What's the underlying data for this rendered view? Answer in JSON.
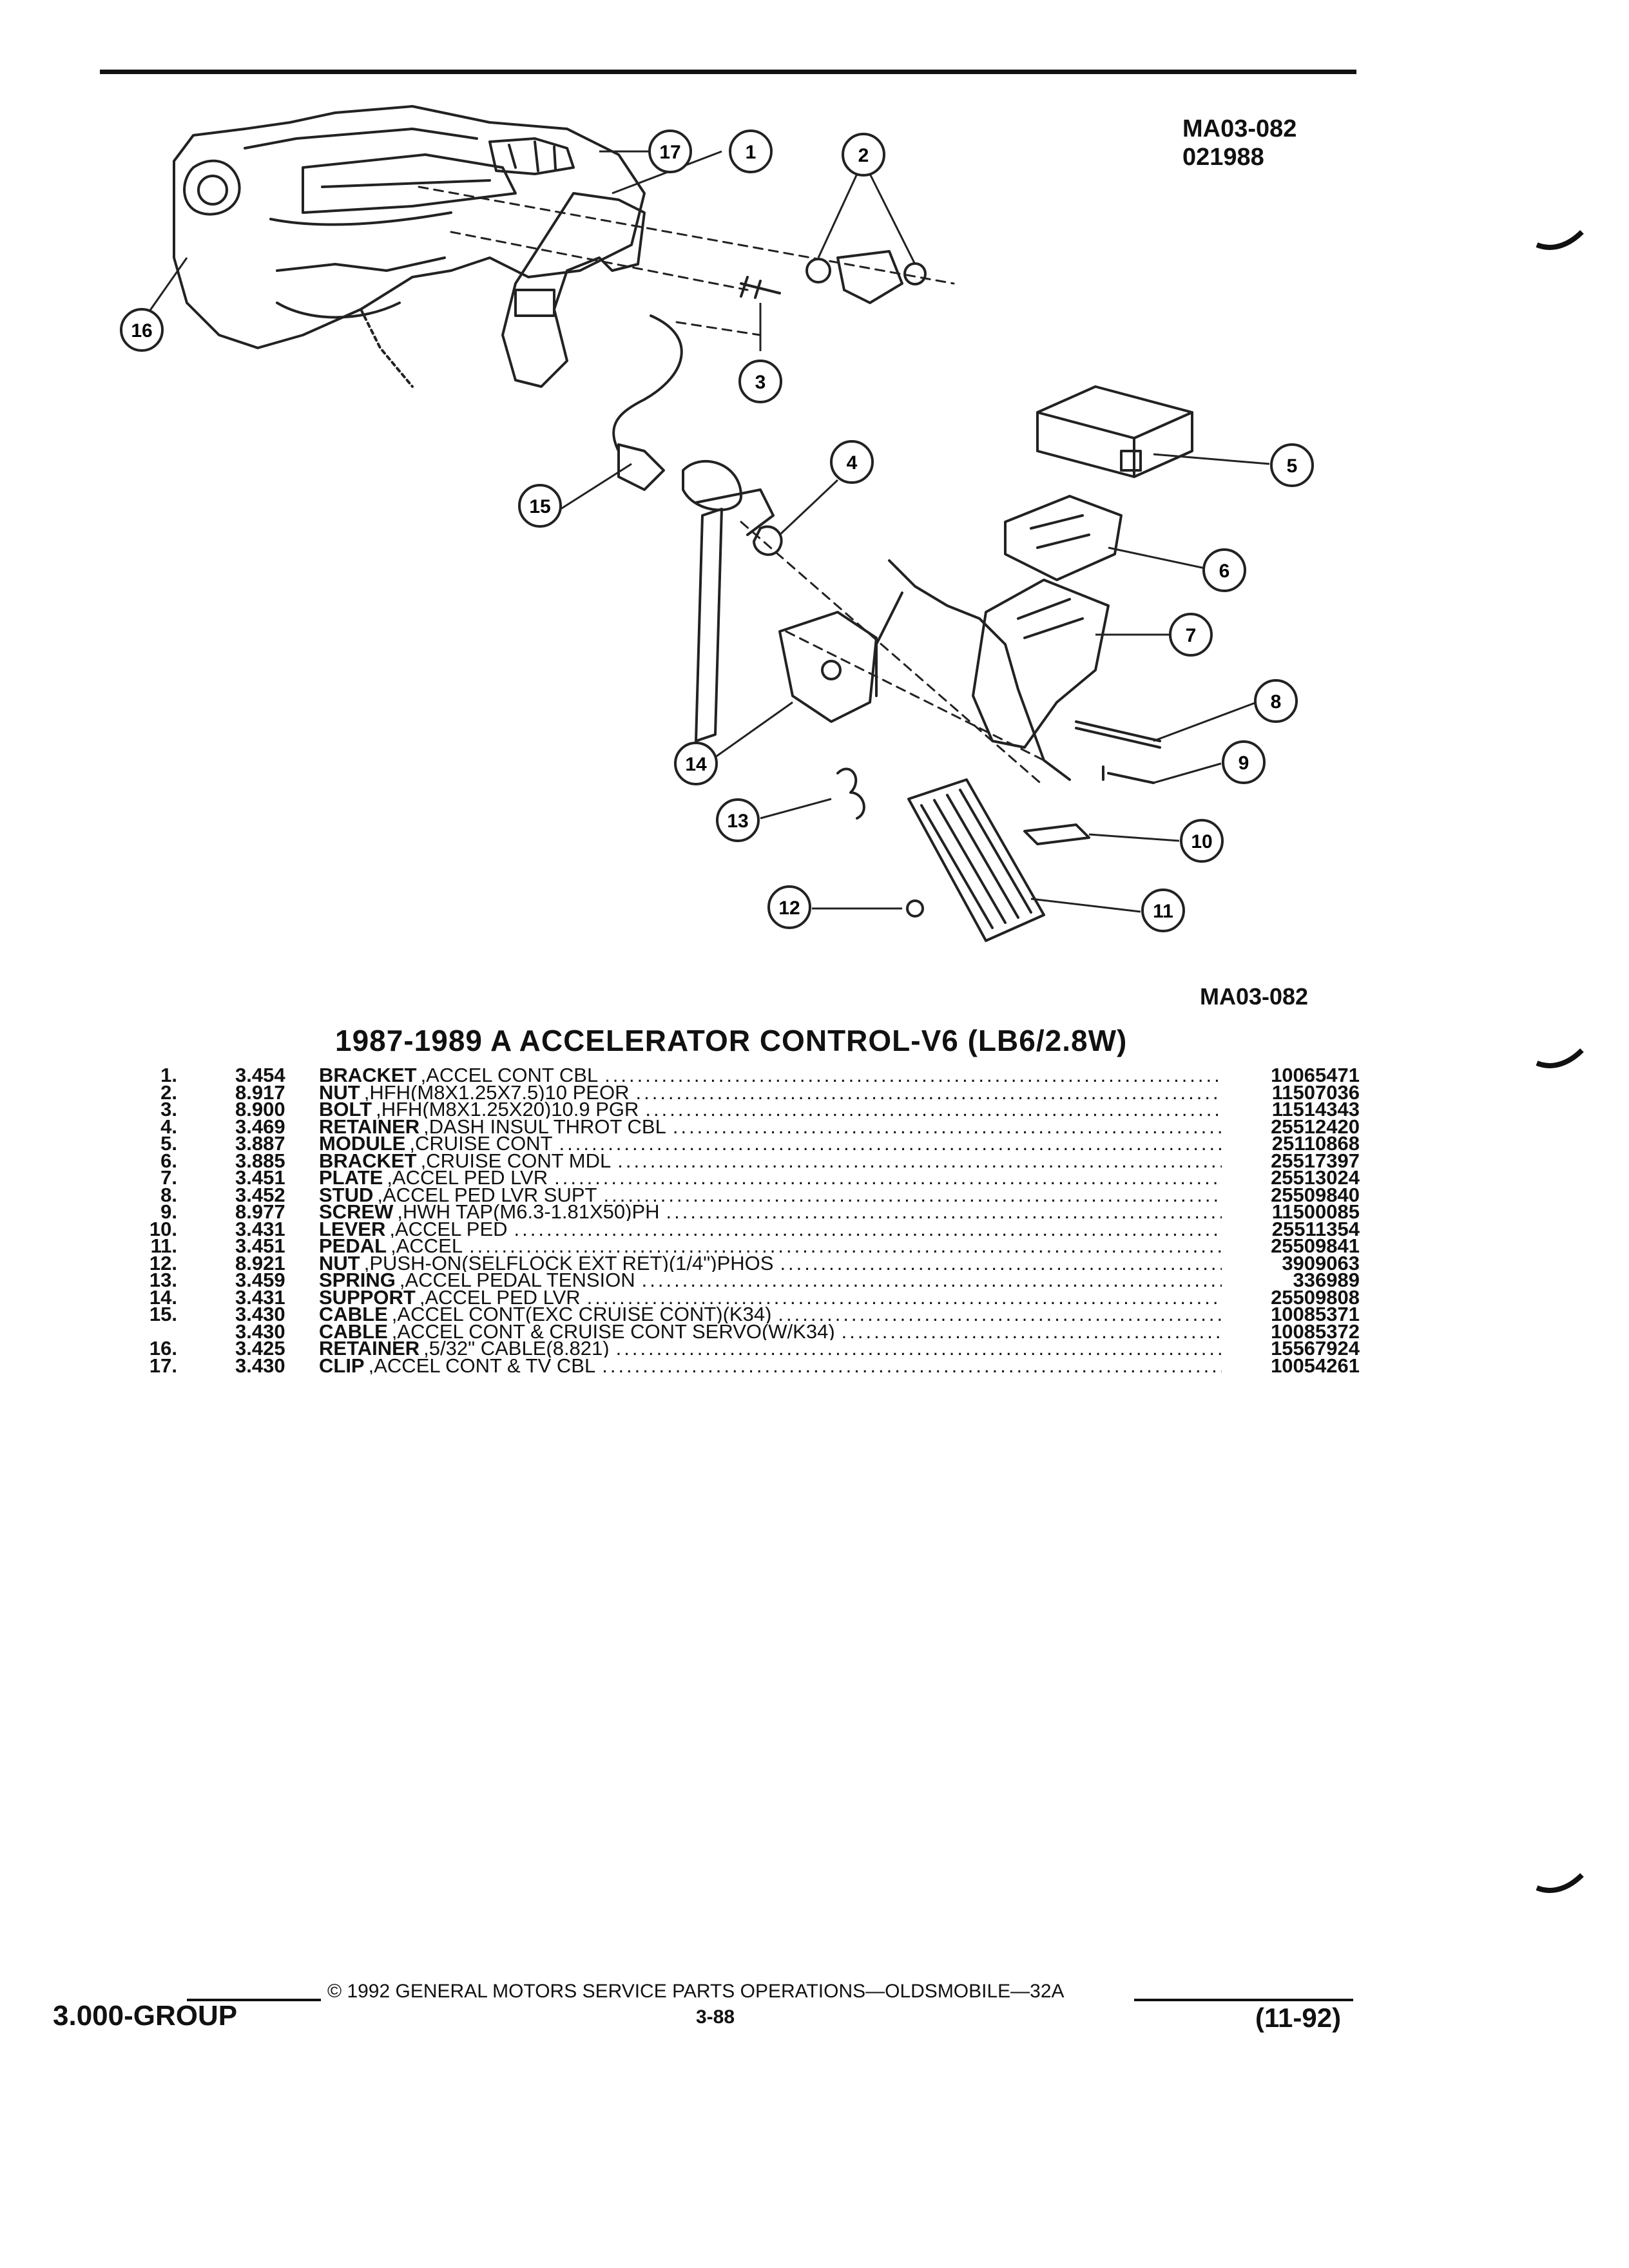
{
  "header": {
    "code": "MA03-082",
    "date_code": "021988"
  },
  "diagram": {
    "callouts": [
      "1",
      "2",
      "3",
      "4",
      "5",
      "6",
      "7",
      "8",
      "9",
      "10",
      "11",
      "12",
      "13",
      "14",
      "15",
      "16",
      "17"
    ],
    "bottom_code": "MA03-082"
  },
  "title": "1987-1989 A ACCELERATOR CONTROL-V6 (LB6/2.8W)",
  "parts": [
    {
      "num": "1.",
      "grp": "3.454",
      "name": "BRACKET",
      "desc": ",ACCEL CONT CBL",
      "part": "10065471"
    },
    {
      "num": "2.",
      "grp": "8.917",
      "name": "NUT",
      "desc": ",HFH(M8X1.25X7.5)10 PEOR",
      "part": "11507036"
    },
    {
      "num": "3.",
      "grp": "8.900",
      "name": "BOLT",
      "desc": ",HFH(M8X1.25X20)10.9 PGR",
      "part": "11514343"
    },
    {
      "num": "4.",
      "grp": "3.469",
      "name": "RETAINER",
      "desc": ",DASH INSUL THROT CBL",
      "part": "25512420"
    },
    {
      "num": "5.",
      "grp": "3.887",
      "name": "MODULE",
      "desc": ",CRUISE CONT",
      "part": "25110868"
    },
    {
      "num": "6.",
      "grp": "3.885",
      "name": "BRACKET",
      "desc": ",CRUISE CONT MDL",
      "part": "25517397"
    },
    {
      "num": "7.",
      "grp": "3.451",
      "name": "PLATE",
      "desc": ",ACCEL PED LVR",
      "part": "25513024"
    },
    {
      "num": "8.",
      "grp": "3.452",
      "name": "STUD",
      "desc": ",ACCEL PED LVR SUPT",
      "part": "25509840"
    },
    {
      "num": "9.",
      "grp": "8.977",
      "name": "SCREW",
      "desc": ",HWH TAP(M6.3-1.81X50)PH",
      "part": "11500085"
    },
    {
      "num": "10.",
      "grp": "3.431",
      "name": "LEVER",
      "desc": ",ACCEL PED",
      "part": "25511354"
    },
    {
      "num": "11.",
      "grp": "3.451",
      "name": "PEDAL",
      "desc": ",ACCEL",
      "part": "25509841"
    },
    {
      "num": "12.",
      "grp": "8.921",
      "name": "NUT",
      "desc": ",PUSH-ON(SELFLOCK EXT RET)(1/4\")PHOS",
      "part": "3909063"
    },
    {
      "num": "13.",
      "grp": "3.459",
      "name": "SPRING",
      "desc": ",ACCEL PEDAL TENSION",
      "part": "336989"
    },
    {
      "num": "14.",
      "grp": "3.431",
      "name": "SUPPORT",
      "desc": ",ACCEL PED LVR",
      "part": "25509808"
    },
    {
      "num": "15.",
      "grp": "3.430",
      "name": "CABLE",
      "desc": ",ACCEL CONT(EXC CRUISE CONT)(K34)",
      "part": "10085371"
    },
    {
      "num": "",
      "grp": "3.430",
      "name": "CABLE",
      "desc": ",ACCEL CONT & CRUISE CONT SERVO(W/K34)",
      "part": "10085372"
    },
    {
      "num": "16.",
      "grp": "3.425",
      "name": "RETAINER",
      "desc": ",5/32\" CABLE(8.821)",
      "part": "15567924"
    },
    {
      "num": "17.",
      "grp": "3.430",
      "name": "CLIP",
      "desc": ",ACCEL CONT & TV CBL",
      "part": "10054261"
    }
  ],
  "footer": {
    "copyright": "© 1992 GENERAL MOTORS SERVICE PARTS OPERATIONS—OLDSMOBILE—32A",
    "page": "3-88",
    "group": "3.000-GROUP",
    "date": "(11-92)"
  }
}
